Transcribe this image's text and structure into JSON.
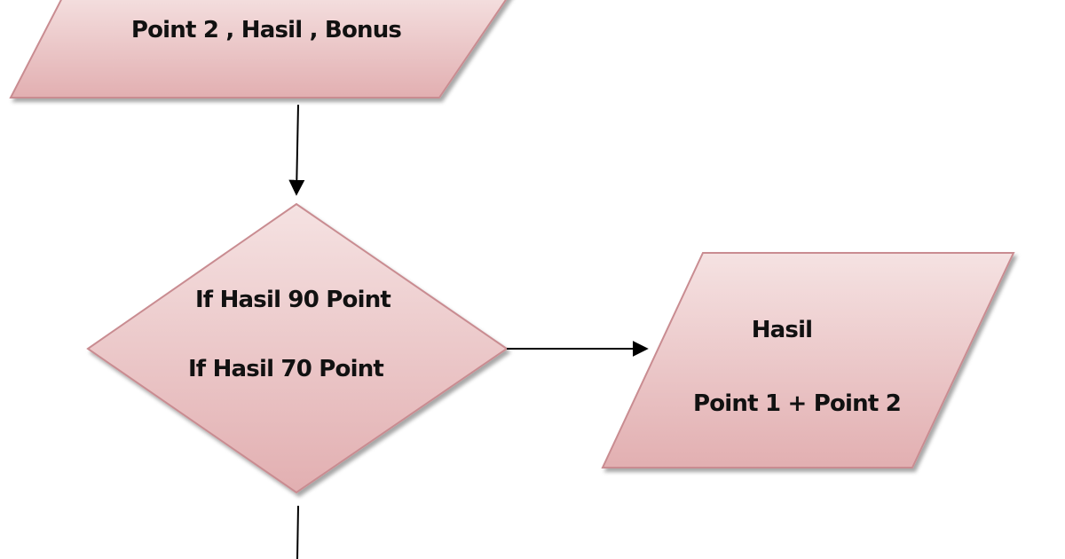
{
  "flowchart": {
    "top_io": {
      "label": "Point 2 , Hasil , Bonus"
    },
    "decision": {
      "line1": "If Hasil 90 Point",
      "line2": "If Hasil 70 Point"
    },
    "right_io": {
      "line1": "Hasil",
      "line2": "Point 1 + Point 2"
    }
  },
  "colors": {
    "shape_fill_top": "#f3dcdc",
    "shape_fill_bottom": "#e3b2b4",
    "shape_border": "#c98c91",
    "connector": "#000000"
  }
}
